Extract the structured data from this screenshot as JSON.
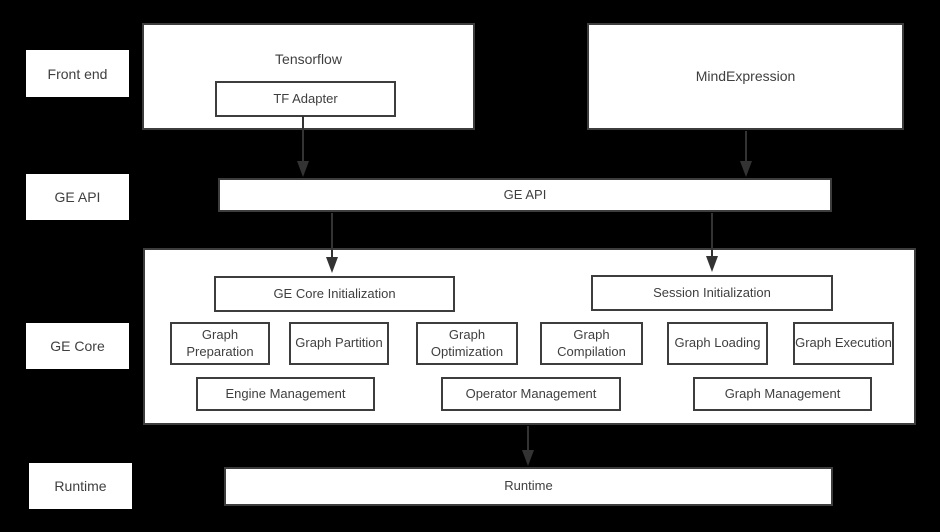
{
  "colors": {
    "background": "#000000",
    "box_fill": "#ffffff",
    "box_border": "#3d3d3d",
    "text": "#3f3f3f",
    "arrow": "#333333"
  },
  "rows": {
    "front_end": "Front end",
    "ge_api": "GE API",
    "ge_core": "GE Core",
    "runtime": "Runtime"
  },
  "boxes": {
    "tensorflow": "Tensorflow",
    "tf_adapter": "TF Adapter",
    "mind_expression": "MindExpression",
    "ge_api_bar": "GE API",
    "ge_core_init": "GE Core Initialization",
    "session_init": "Session Initialization",
    "stages": [
      "Graph Preparation",
      "Graph Partition",
      "Graph Optimization",
      "Graph Compilation",
      "Graph Loading",
      "Graph Execution"
    ],
    "management": [
      "Engine Management",
      "Operator Management",
      "Graph Management"
    ],
    "runtime_bar": "Runtime"
  }
}
